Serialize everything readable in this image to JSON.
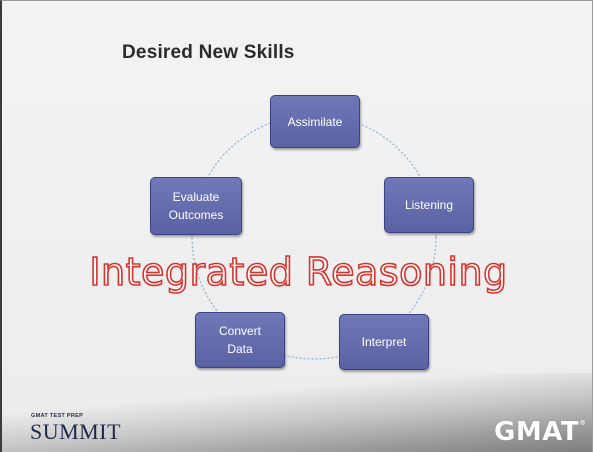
{
  "slide": {
    "title": "Desired New Skills",
    "overlay_text": "Integrated Reasoning"
  },
  "cycle": {
    "nodes": [
      {
        "line1": "Assimilate",
        "line2": ""
      },
      {
        "line1": "Listening",
        "line2": ""
      },
      {
        "line1": "Interpret",
        "line2": ""
      },
      {
        "line1": "Convert",
        "line2": "Data"
      },
      {
        "line1": "Evaluate",
        "line2": "Outcomes"
      }
    ],
    "node_color": "#6169ab",
    "circle_color": "#8fb0d6"
  },
  "footer": {
    "brand_small": "GMAT TEST PREP",
    "brand": "SUMMIT",
    "logo": "GMAT",
    "logo_mark": "®"
  },
  "colors": {
    "overlay_outline": "#d8322d",
    "title": "#2b2b2b"
  }
}
